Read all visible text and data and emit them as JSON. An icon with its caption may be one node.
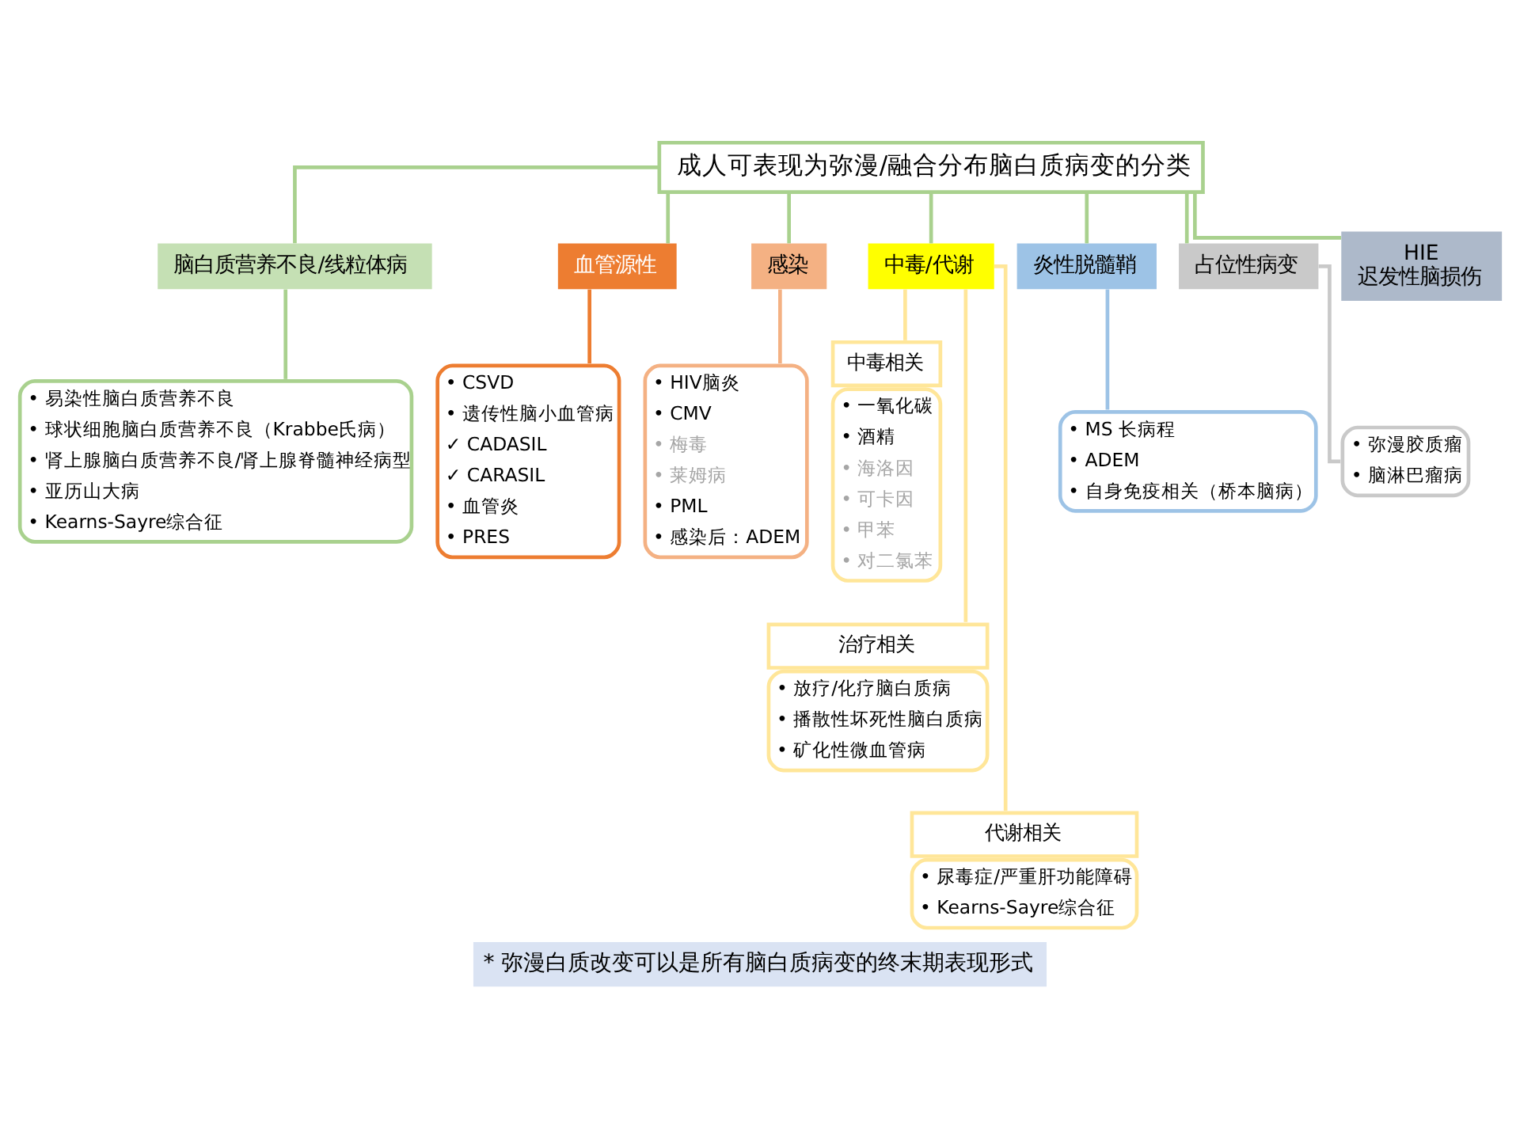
{
  "diagram": {
    "caption": "* 弥漫白质改变可以是所有脑白质病变的终末期表现形式",
    "nodes": [
      {
        "text": [
          "成人可表现为弥漫/融合分布脑白质病变的分类"
        ]
      },
      {
        "text": [
          "脑白质营养不良/线粒体病"
        ]
      },
      {
        "text": [
          "血管源性"
        ]
      },
      {
        "text": [
          "感染"
        ]
      },
      {
        "text": [
          "中毒/代谢"
        ]
      },
      {
        "text": [
          "炎性脱髓鞘"
        ]
      },
      {
        "text": [
          "占位性病变"
        ]
      },
      {
        "text": [
          "HIE",
          "迟发性脑损伤"
        ]
      },
      {
        "text": [
          "• 易染性脑白质营养不良",
          "• 球状细胞脑白质营养不良（Krabbe氏病）",
          "• 肾上腺脑白质营养不良/肾上腺脊髓神经病型",
          "• 亚历山大病",
          "• Kearns-Sayre综合征"
        ]
      },
      {
        "text": [
          "• CSVD",
          "• 遗传性脑小血管病",
          "✓ CADASIL",
          "✓ CARASIL",
          "• 血管炎",
          "• PRES"
        ]
      },
      {
        "text": [
          "• HIV脑炎",
          "• CMV",
          "• 梅毒",
          "• 莱姆病",
          "• PML",
          "• 感染后：ADEM"
        ]
      },
      {
        "text": [
          "中毒相关",
          "• 一氧化碳",
          "• 酒精",
          "• 海洛因",
          "• 可卡因",
          "• 甲苯",
          "• 对二氯苯"
        ]
      },
      {
        "text": [
          "治疗相关",
          "• 放疗/化疗脑白质病",
          "• 播散性坏死性脑白质病",
          "• 矿化性微血管病"
        ]
      },
      {
        "text": [
          "代谢相关",
          "• 尿毒症/严重肝功能障碍",
          "• Kearns-Sayre综合征"
        ]
      },
      {
        "text": [
          "• MS 长病程",
          "• ADEM",
          "• 自身免疫相关（桥本脑病）"
        ]
      },
      {
        "text": [
          "• 弥漫胶质瘤",
          "• 脑淋巴瘤病"
        ]
      }
    ],
    "edges": [
      {
        "from": 0,
        "to": 1,
        "arrow": "none"
      },
      {
        "from": 0,
        "to": 2,
        "arrow": "none"
      },
      {
        "from": 0,
        "to": 3,
        "arrow": "none"
      },
      {
        "from": 0,
        "to": 4,
        "arrow": "none"
      },
      {
        "from": 0,
        "to": 5,
        "arrow": "none"
      },
      {
        "from": 0,
        "to": 6,
        "arrow": "none"
      },
      {
        "from": 0,
        "to": 7,
        "arrow": "none"
      },
      {
        "from": 1,
        "to": 8,
        "arrow": "none"
      },
      {
        "from": 2,
        "to": 9,
        "arrow": "none",
        "color": "#ed7d31"
      },
      {
        "from": 3,
        "to": 10,
        "arrow": "none",
        "color": "#f4b183"
      },
      {
        "from": 4,
        "to": 11,
        "arrow": "none",
        "color": "#ffe699"
      },
      {
        "from": 4,
        "to": 12,
        "arrow": "none",
        "color": "#ffe699"
      },
      {
        "from": 4,
        "to": 13,
        "arrow": "none",
        "color": "#ffe699"
      },
      {
        "from": 5,
        "to": 14,
        "arrow": "none",
        "color": "#9dc3e6"
      },
      {
        "from": 6,
        "to": 15,
        "arrow": "none",
        "color": "#c9c9c9"
      }
    ]
  }
}
